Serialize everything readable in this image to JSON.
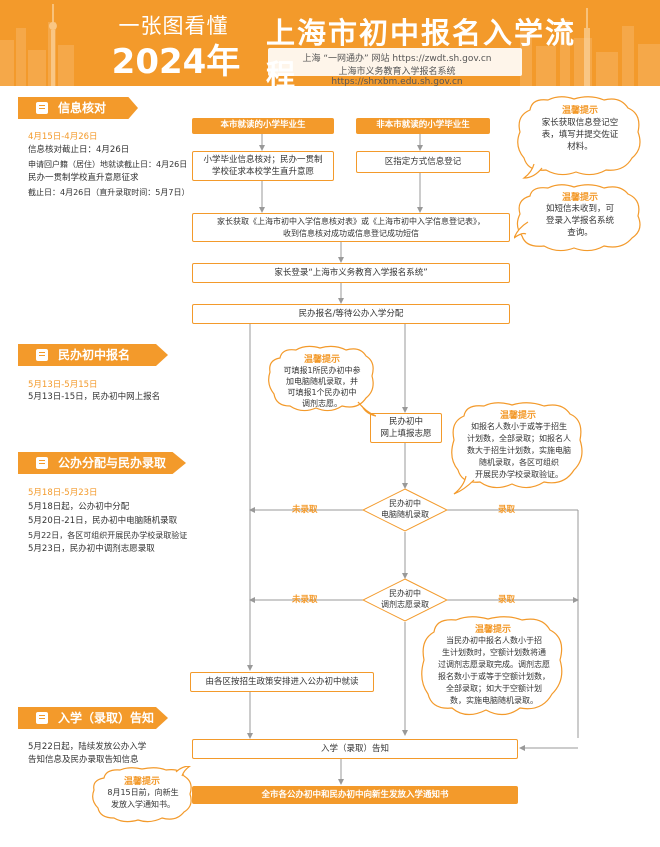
{
  "header": {
    "line1": "一张图看懂",
    "year": "2024年",
    "title": "上海市初中报名入学流程",
    "sub1": "上海 “一网通办” 网站 https://zwdt.sh.gov.cn",
    "sub2": "上海市义务教育入学报名系统 https://shrxbm.edu.sh.gov.cn"
  },
  "sections": {
    "s1": {
      "title": "信息核对",
      "date": "4月15日-4月26日",
      "lines": [
        "信息核对截止日：4月26日",
        "申请回户籍（居住）地就读截止日：4月26日",
        "民办一贯制学校直升意愿征求",
        "截止日：4月26日（直升录取时间：5月7日）"
      ]
    },
    "s2": {
      "title": "民办初中报名",
      "date": "5月13日-5月15日",
      "lines": [
        "5月13日-15日，民办初中网上报名"
      ]
    },
    "s3": {
      "title": "公办分配与民办录取",
      "date": "5月18日-5月23日",
      "lines": [
        "5月18日起，公办初中分配",
        "5月20日-21日，民办初中电脑随机录取",
        "5月22日，各区可组织开展民办学校录取验证",
        "5月23日，民办初中调剂志愿录取"
      ]
    },
    "s4": {
      "title": "入学（录取）告知",
      "lines": [
        "5月22日起，陆续发放公办入学",
        "告知信息及民办录取告知信息"
      ]
    }
  },
  "flow": {
    "local_grad": "本市就读的小学毕业生",
    "nonlocal_grad": "非本市就读的小学毕业生",
    "local_step_1": "小学毕业信息核对；民办一贯制",
    "local_step_2": "学校征求本校学生直升意愿",
    "nonlocal_step": "区指定方式信息登记",
    "verify_1": "家长获取《上海市初中入学信息核对表》或《上海市初中入学信息登记表》，",
    "verify_2": "收到信息核对成功或信息登记成功短信",
    "login": "家长登录“上海市义务教育入学报名系统”",
    "choose": "民办报名/等待公办入学分配",
    "private_apply_1": "民办初中",
    "private_apply_2": "网上填报志愿",
    "lottery_1": "民办初中",
    "lottery_2": "电脑随机录取",
    "adjust_1": "民办初中",
    "adjust_2": "调剂志愿录取",
    "not_admitted_1": "未录取",
    "admitted_1": "录取",
    "not_admitted_2": "未录取",
    "admitted_2": "录取",
    "public_assign": "由各区按招生政策安排进入公办初中就读",
    "notice": "入学（录取）告知",
    "final": "全市各公办初中和民办初中向新生发放入学通知书"
  },
  "tips": {
    "label": "温馨提示",
    "t1": [
      "家长获取信息登记空",
      "表，填写并提交佐证",
      "材料。"
    ],
    "t2": [
      "如短信未收到，可",
      "登录入学报名系统",
      "查询。"
    ],
    "t3": [
      "可填报1所民办初中参",
      "加电脑随机录取，并",
      "可填报1个民办初中",
      "调剂志愿。"
    ],
    "t4": [
      "如报名人数小于或等于招生",
      "计划数，全部录取；如报名人",
      "数大于招生计划数，实施电脑",
      "随机录取，各区可组织",
      "开展民办学校录取验证。"
    ],
    "t5": [
      "当民办初中报名人数小于招",
      "生计划数时，空额计划数将通",
      "过调剂志愿录取完成。调剂志愿",
      "报名数小于或等于空额计划数，",
      "全部录取；如大于空额计划",
      "数，实施电脑随机录取。"
    ],
    "t6": [
      "8月15日前，向新生",
      "发放入学通知书。"
    ]
  },
  "colors": {
    "accent": "#f39a2b",
    "line": "#999999"
  }
}
